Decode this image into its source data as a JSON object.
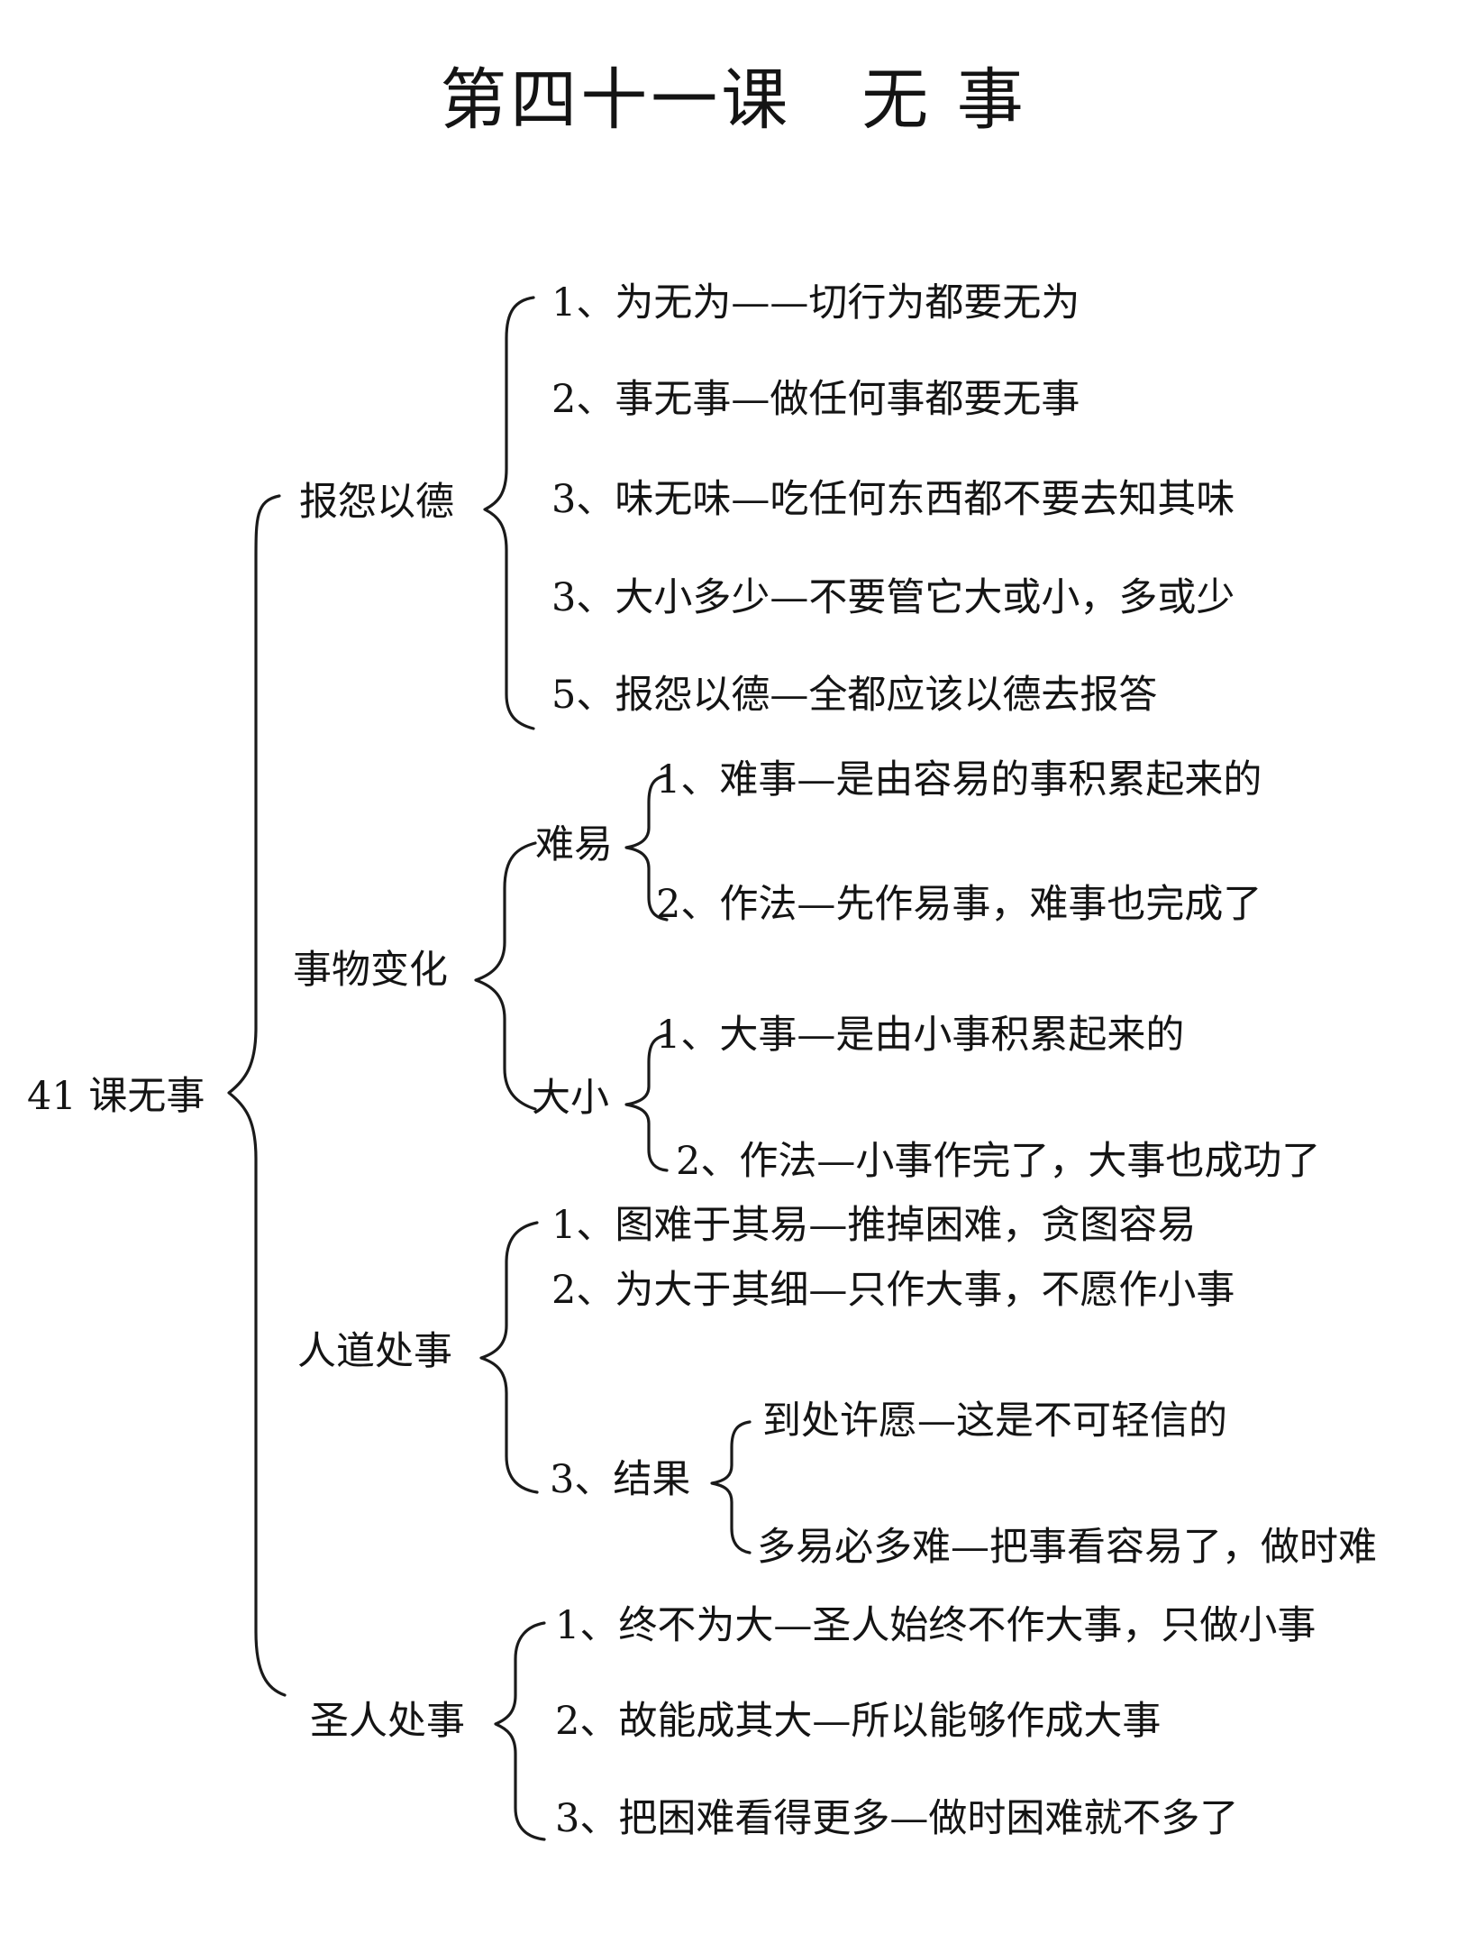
{
  "title": "第四十一课　无 事",
  "root": "41 课无事",
  "branches": [
    {
      "label": "报怨以德",
      "items": [
        "1、为无为——切行为都要无为",
        "2、事无事—做任何事都要无事",
        "3、味无味—吃任何东西都不要去知其味",
        "3、大小多少—不要管它大或小，多或少",
        "5、报怨以德—全都应该以德去报答"
      ]
    },
    {
      "label": "事物变化",
      "groups": [
        {
          "label": "难易",
          "items": [
            "1、难事—是由容易的事积累起来的",
            "2、作法—先作易事，难事也完成了"
          ]
        },
        {
          "label": "大小",
          "items": [
            "1、大事—是由小事积累起来的",
            "2、作法—小事作完了，大事也成功了"
          ]
        }
      ]
    },
    {
      "label": "人道处事",
      "items": [
        "1、图难于其易—推掉困难，贪图容易",
        "2、为大于其细—只作大事，不愿作小事"
      ],
      "result": {
        "label": "3、结果",
        "items": [
          "到处许愿—这是不可轻信的",
          "多易必多难—把事看容易了，做时难"
        ]
      }
    },
    {
      "label": "圣人处事",
      "items": [
        "1、终不为大—圣人始终不作大事，只做小事",
        "2、故能成其大—所以能够作成大事",
        "3、把困难看得更多—做时困难就不多了"
      ]
    }
  ]
}
